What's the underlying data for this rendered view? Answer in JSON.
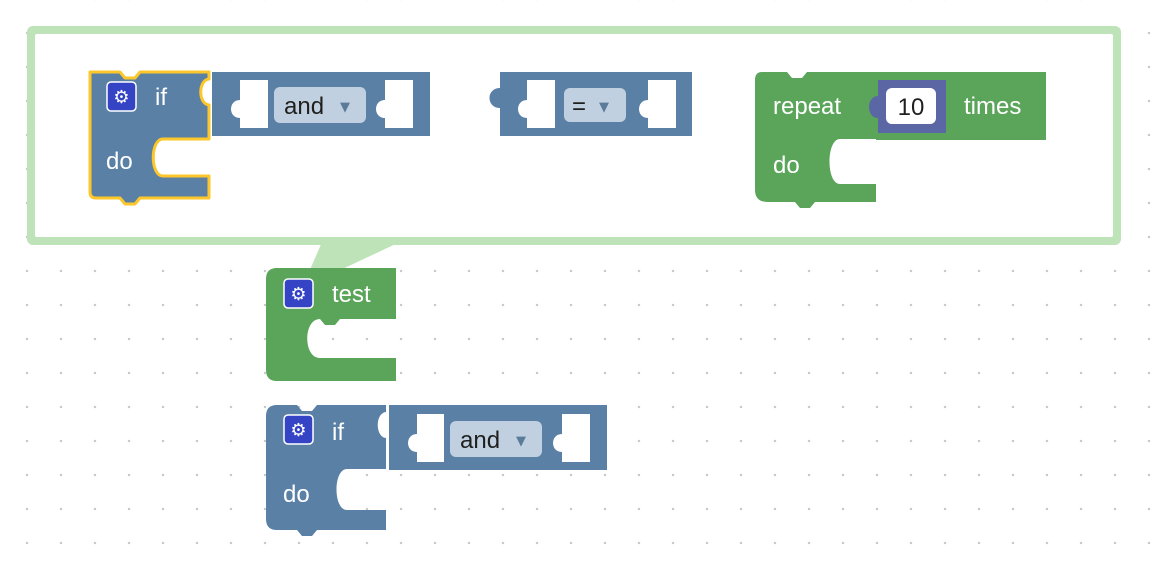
{
  "mutator_bubble": {
    "border_color": "#bfe3b8",
    "blocks": {
      "if_block": {
        "if_label": "if",
        "do_label": "do"
      },
      "and_block": {
        "operator": "and"
      },
      "compare_block": {
        "operator": "="
      },
      "repeat_block": {
        "repeat_label": "repeat",
        "count": "10",
        "times_label": "times",
        "do_label": "do"
      }
    }
  },
  "workspace": {
    "procedure_block": {
      "name": "test"
    },
    "if_block": {
      "if_label": "if",
      "do_label": "do",
      "operator": "and"
    }
  },
  "icons": {
    "mutator": "gear-icon",
    "dropdown": "dropdown-arrow-icon"
  },
  "colors": {
    "logic_blue": "#5b80a5",
    "loop_green": "#5ba55b",
    "math_purple": "#5b67a5",
    "selection_yellow": "#fcc72b",
    "mutator_gear_bg": "#3444c4"
  }
}
